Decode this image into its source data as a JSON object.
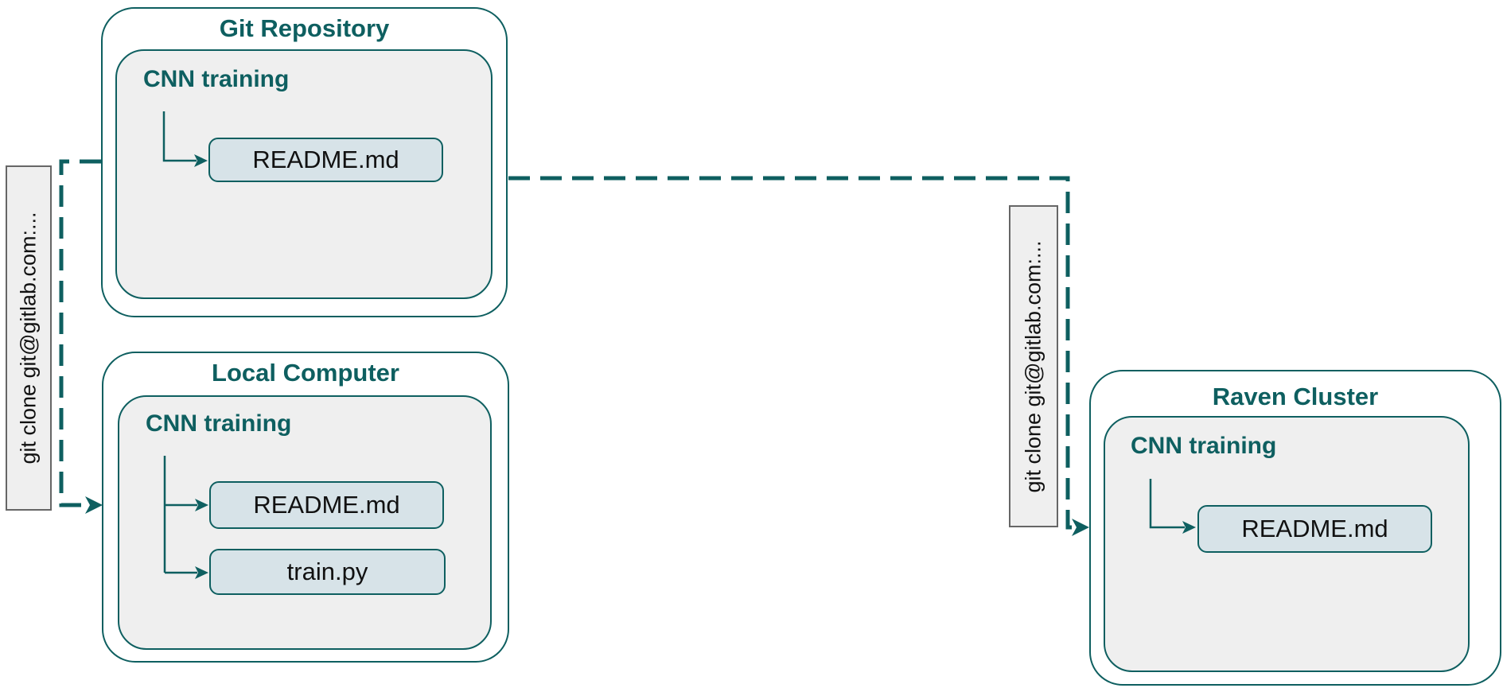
{
  "diagram": {
    "nodes": [
      {
        "id": "git-repository",
        "title": "Git Repository",
        "folder": "CNN training",
        "files": [
          "README.md"
        ]
      },
      {
        "id": "local-computer",
        "title": "Local Computer",
        "folder": "CNN training",
        "files": [
          "README.md",
          "train.py"
        ]
      },
      {
        "id": "raven-cluster",
        "title": "Raven Cluster",
        "folder": "CNN training",
        "files": [
          "README.md"
        ]
      }
    ],
    "edges": [
      {
        "id": "clone-to-local",
        "label": "git clone git@gitlab.com:..."
      },
      {
        "id": "clone-to-raven",
        "label": "git clone git@gitlab.com:..."
      }
    ],
    "colors": {
      "teal": "#0e5f60",
      "inner_grey": "#efefef",
      "file_fill": "#d7e3e8",
      "label_border": "#666666",
      "text": "#111111",
      "background": "#ffffff"
    }
  }
}
